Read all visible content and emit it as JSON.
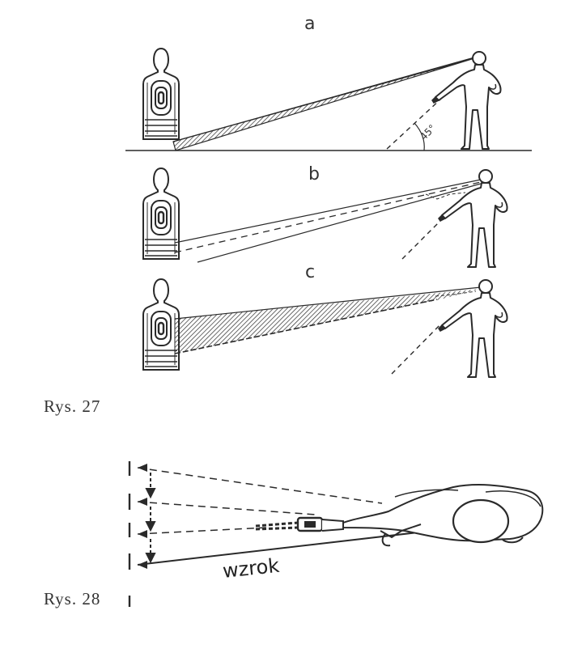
{
  "figure27": {
    "caption": "Rys. 27",
    "panels": [
      {
        "letter": "a",
        "angle_label": "45°"
      },
      {
        "letter": "b"
      },
      {
        "letter": "c"
      }
    ]
  },
  "figure28": {
    "caption": "Rys. 28",
    "sight_label": "wzrok"
  },
  "colors": {
    "ink": "#2a2a2a",
    "paper": "#ffffff"
  }
}
